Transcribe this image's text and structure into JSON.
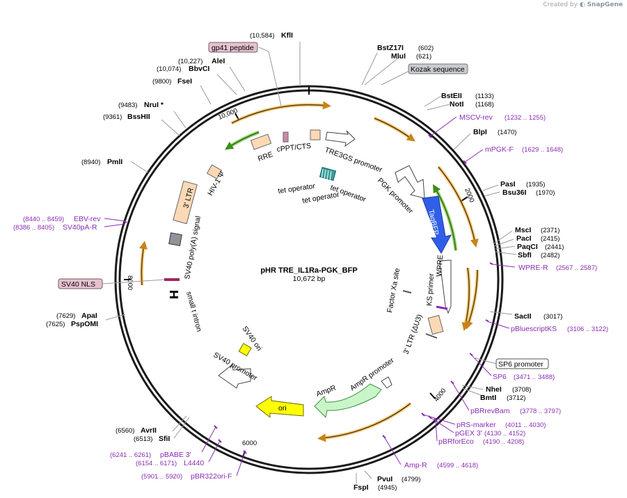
{
  "watermark": {
    "prefix": "Created by",
    "brand": "SnapGene"
  },
  "plasmid": {
    "name": "pHR TRE_IL1Ra-PGK_BFP",
    "size": "10,672 bp"
  },
  "ticks": {
    "t2000": "2000",
    "t4000": "4000",
    "t6000": "6000",
    "t8000": "8000",
    "t10000": "10,000"
  },
  "sites": {
    "kfli": {
      "name": "KflI",
      "pos": "(10,584)"
    },
    "alei": {
      "name": "AleI",
      "pos": "(10,227)"
    },
    "bbvci": {
      "name": "BbvCI",
      "pos": "(10,074)"
    },
    "fsei": {
      "name": "FseI",
      "pos": "(9800)"
    },
    "nrui": {
      "name": "NruI *",
      "pos": "(9483)"
    },
    "bsshii": {
      "name": "BssHII",
      "pos": "(9361)"
    },
    "pmli": {
      "name": "PmlI",
      "pos": "(8940)"
    },
    "apai": {
      "name": "ApaI",
      "pos": "(7629)"
    },
    "pspomi": {
      "name": "PspOMI",
      "pos": "(7625)"
    },
    "avrii": {
      "name": "AvrII",
      "pos": "(6560)"
    },
    "sfii": {
      "name": "SfiI",
      "pos": "(6513)"
    },
    "bstz17i": {
      "name": "BstZ17I",
      "pos": "(602)"
    },
    "mlui": {
      "name": "MluI",
      "pos": "(621)"
    },
    "bsteii": {
      "name": "BstEII",
      "pos": "(1133)"
    },
    "noti": {
      "name": "NotI",
      "pos": "(1168)"
    },
    "blpi": {
      "name": "BlpI",
      "pos": "(1470)"
    },
    "pasi": {
      "name": "PasI",
      "pos": "(1935)"
    },
    "bsu36i": {
      "name": "Bsu36I",
      "pos": "(1970)"
    },
    "msci": {
      "name": "MscI",
      "pos": "(2371)"
    },
    "paci": {
      "name": "PacI",
      "pos": "(2415)"
    },
    "paqci": {
      "name": "PaqCI",
      "pos": "(2441)"
    },
    "sbfi": {
      "name": "SbfI",
      "pos": "(2482)"
    },
    "sacii": {
      "name": "SacII",
      "pos": "(3017)"
    },
    "nhei": {
      "name": "NheI",
      "pos": "(3708)"
    },
    "bmti": {
      "name": "BmtI",
      "pos": "(3712)"
    },
    "pvui": {
      "name": "PvuI",
      "pos": "(4799)"
    },
    "fspi": {
      "name": "FspI",
      "pos": "(4945)"
    }
  },
  "primers": {
    "msgcv": {
      "name": "MSCV-rev",
      "pos": "(1232 .. 1255)"
    },
    "mpgk": {
      "name": "mPGK-F",
      "pos": "(1629 .. 1648)"
    },
    "wpre": {
      "name": "WPRE-R",
      "pos": "(2567 .. 2587)"
    },
    "pbks": {
      "name": "pBluescriptKS",
      "pos": "(3106 .. 3122)"
    },
    "sp6": {
      "name": "SP6",
      "pos": "(3471 .. 3488)"
    },
    "pbrrev": {
      "name": "pBRrevBam",
      "pos": "(3778 .. 3797)"
    },
    "prs": {
      "name": "pRS-marker",
      "pos": "(4011 .. 4030)"
    },
    "pgex": {
      "name": "pGEX 3'",
      "pos": "(4130 .. 4152)"
    },
    "pbrfor": {
      "name": "pBRforEco",
      "pos": "(4190 .. 4208)"
    },
    "ampr": {
      "name": "Amp-R",
      "pos": "(4599 .. 4618)"
    },
    "ebv": {
      "name": "EBV-rev",
      "pos": "(8440 .. 8459)"
    },
    "sv40pa": {
      "name": "SV40pA-R",
      "pos": "(8386 .. 8405)"
    },
    "pbabe": {
      "name": "pBABE 3'",
      "pos": "(6241 .. 6261)"
    },
    "l4440": {
      "name": "L4440",
      "pos": "(6154 .. 6171)"
    },
    "pbr322": {
      "name": "pBR322ori-F",
      "pos": "(5901 .. 5920)"
    }
  },
  "boxed": {
    "gp41": "gp41 peptide",
    "kozak": "Kozak sequence",
    "sv40nls": "SV40 NLS",
    "sp6promoter": "SP6 promoter"
  },
  "features": {
    "rre": "RRE",
    "cppt": "cPPT/CTS",
    "tre3gs": "TRE3GS promoter",
    "teto1": "tet operator",
    "teto2": "tet operator",
    "teto3": "tet operator",
    "pgk": "PGK promoter",
    "tagbfp": "TagBFP",
    "wpre": "WPRE",
    "ks": "KS primer",
    "factorxa": "Factor Xa site",
    "ltr3": "3' LTR (ΔU3)",
    "amppromoter": "AmpR promoter",
    "ampr": "AmpR",
    "ori": "ori",
    "sv40promoter": "SV40 promoter",
    "sv40ori": "SV40 ori",
    "smallt": "small t intron",
    "sv40polya": "SV40 poly(A) signal",
    "ltr5": "3' LTR",
    "hiv": "HIV-1 Ψ"
  },
  "colors": {
    "backbone": "#1a1a1a",
    "orange_arrow": "#f5a623",
    "green_arrow": "#6fbf3a",
    "tagbfp": "#2f5fe8",
    "ori": "#ffff00",
    "ampr": "#c9f5c9",
    "ltr": "#fbd9b5",
    "primer": "#8a2bb5",
    "gp41": "#e6c1d0",
    "kozak": "#c8cbd0"
  }
}
